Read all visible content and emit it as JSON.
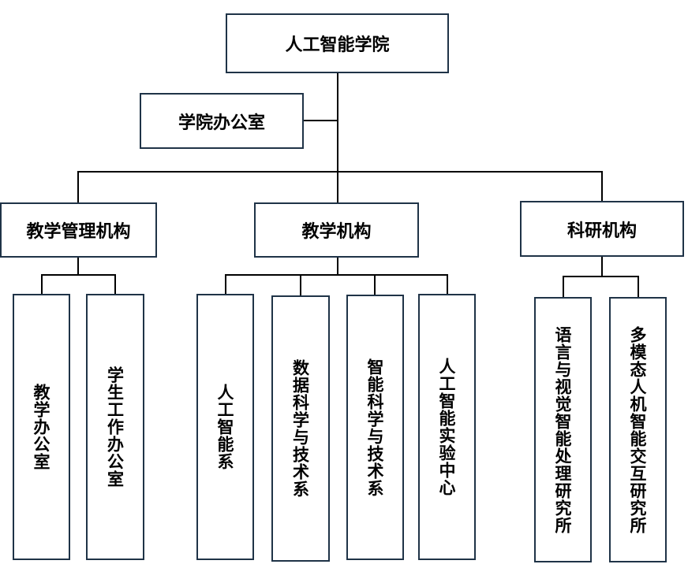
{
  "root": {
    "label": "人工智能学院"
  },
  "office": {
    "label": "学院办公室"
  },
  "branches": {
    "admin": {
      "label": "教学管理机构",
      "children": [
        "教学办公室",
        "学生工作办公室"
      ]
    },
    "teaching": {
      "label": "教学机构",
      "children": [
        "人工智能系",
        "数据科学与技术系",
        "智能科学与技术系",
        "人工智能实验中心"
      ]
    },
    "research": {
      "label": "科研机构",
      "children": [
        "语言与视觉智能处理研究所",
        "多模态人机智能交互研究所"
      ]
    }
  },
  "colors": {
    "border": "#1f3347",
    "line": "#000000",
    "text": "#000000"
  }
}
